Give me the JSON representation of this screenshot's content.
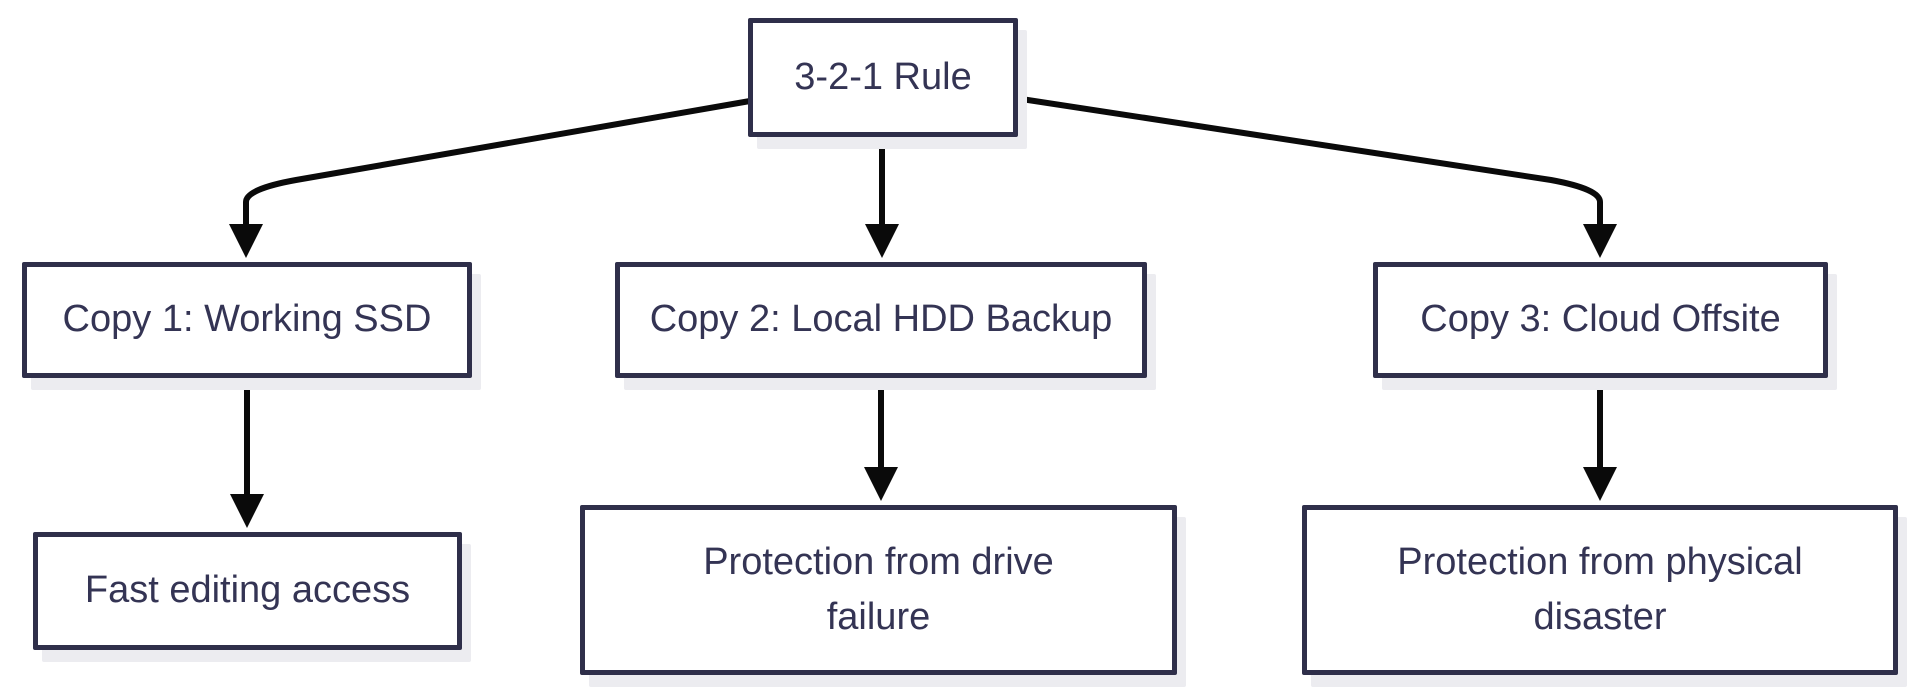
{
  "diagram": {
    "type": "flowchart",
    "colors": {
      "background": "#ffffff",
      "node_fill": "#ffffff",
      "node_border": "#2f2f4a",
      "node_text": "#343454",
      "node_shadow": "#ececf0",
      "arrow": "#0a0a0a"
    },
    "nodes": {
      "root": {
        "label": "3-2-1 Rule"
      },
      "copy1": {
        "label": "Copy 1: Working SSD"
      },
      "copy2": {
        "label": "Copy 2: Local HDD Backup"
      },
      "copy3": {
        "label": "Copy 3: Cloud Offsite"
      },
      "benefit1": {
        "label": "Fast editing access"
      },
      "benefit2": {
        "label": "Protection from drive\nfailure"
      },
      "benefit3": {
        "label": "Protection from physical\ndisaster"
      }
    },
    "edges": [
      {
        "from": "3-2-1 Rule",
        "to": "Copy 1: Working SSD"
      },
      {
        "from": "3-2-1 Rule",
        "to": "Copy 2: Local HDD Backup"
      },
      {
        "from": "3-2-1 Rule",
        "to": "Copy 3: Cloud Offsite"
      },
      {
        "from": "Copy 1: Working SSD",
        "to": "Fast editing access"
      },
      {
        "from": "Copy 2: Local HDD Backup",
        "to": "Protection from drive failure"
      },
      {
        "from": "Copy 3: Cloud Offsite",
        "to": "Protection from physical disaster"
      }
    ]
  }
}
